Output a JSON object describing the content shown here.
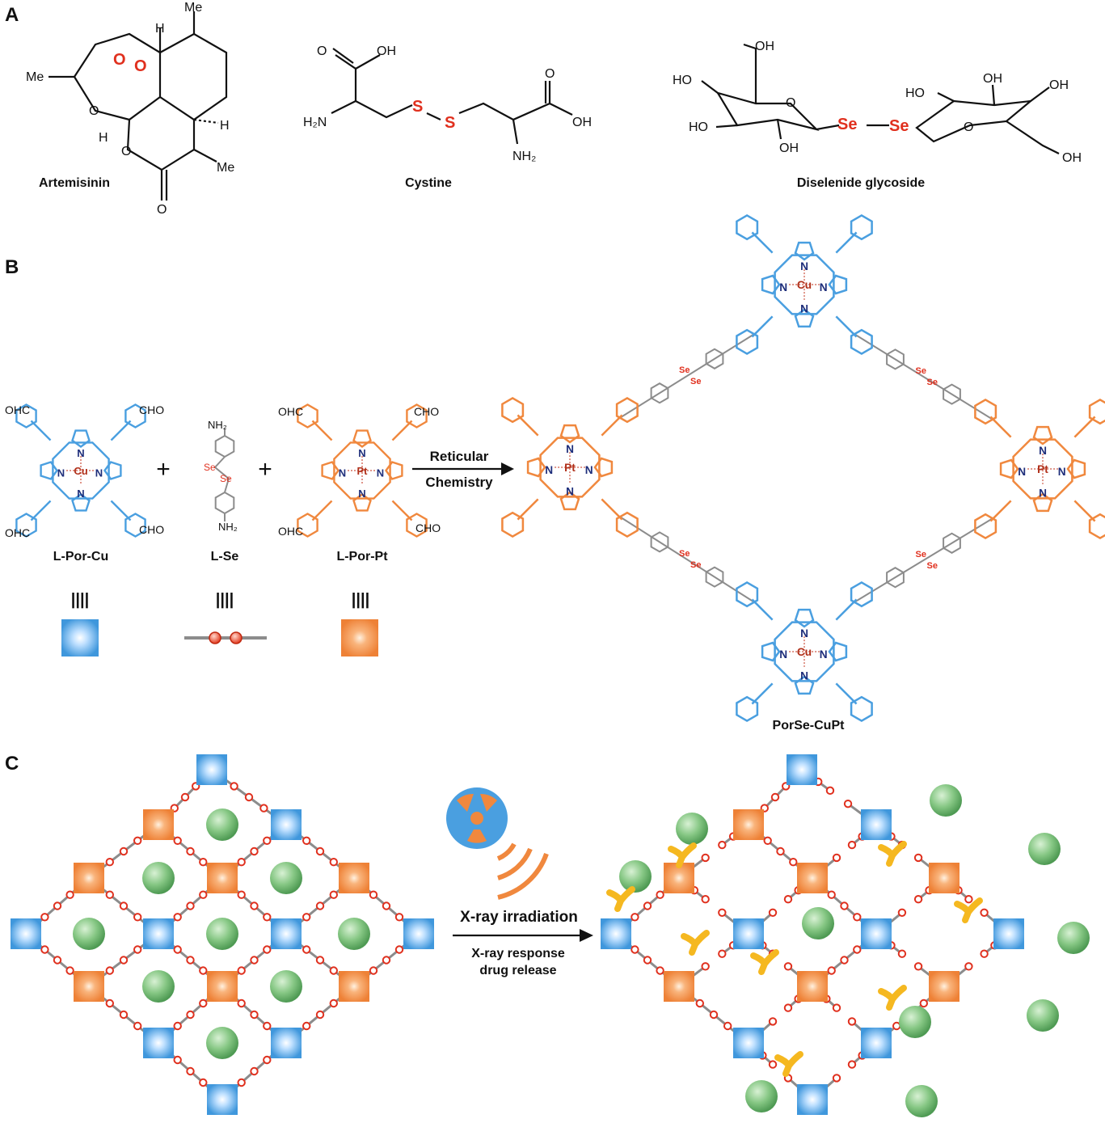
{
  "panels": {
    "A": {
      "label": "A",
      "molecules": [
        {
          "name": "Artemisinin",
          "atoms": [
            "Me",
            "Me",
            "H",
            "H",
            "H",
            "Me",
            "O",
            "O",
            "O",
            "O",
            "O"
          ]
        },
        {
          "name": "Cystine",
          "atoms": [
            "O",
            "OH",
            "H₂N",
            "S",
            "S",
            "O",
            "OH",
            "NH₂"
          ]
        },
        {
          "name": "Diselenide glycoside",
          "atoms": [
            "OH",
            "HO",
            "O",
            "HO",
            "OH",
            "Se",
            "Se",
            "HO",
            "OH",
            "OH",
            "O",
            "OH"
          ]
        }
      ]
    },
    "B": {
      "label": "B",
      "plus": "+",
      "linkers": [
        {
          "name": "L-Por-Cu",
          "metal": "Cu",
          "groups": [
            "OHC",
            "CHO",
            "OHC",
            "CHO"
          ],
          "color": "#4a9fe0"
        },
        {
          "name": "L-Se",
          "groups": [
            "NH₂",
            "NH₂"
          ],
          "atoms": [
            "Se",
            "Se"
          ],
          "color": "#8c8c8c"
        },
        {
          "name": "L-Por-Pt",
          "metal": "Pt",
          "groups": [
            "OHC",
            "CHO",
            "OHC",
            "CHO"
          ],
          "color": "#f0883e"
        }
      ],
      "arrow": {
        "line1": "Reticular",
        "line2": "Chemistry"
      },
      "product": {
        "name": "PorSe-CuPt"
      },
      "equiv_symbol": "||||"
    },
    "C": {
      "label": "C",
      "stimulus": "X-ray irradiation",
      "response_line1": "X-ray response",
      "response_line2": "drug release"
    }
  },
  "colors": {
    "cu_blue": "#4a9fe0",
    "pt_orange": "#f0883e",
    "linker_gray": "#8c8c8c",
    "selenium_red": "#e0301e",
    "drug_green": "#7cc47a",
    "fragment_yellow": "#f5b820",
    "nitrogen_navy": "#1d2d7a"
  }
}
